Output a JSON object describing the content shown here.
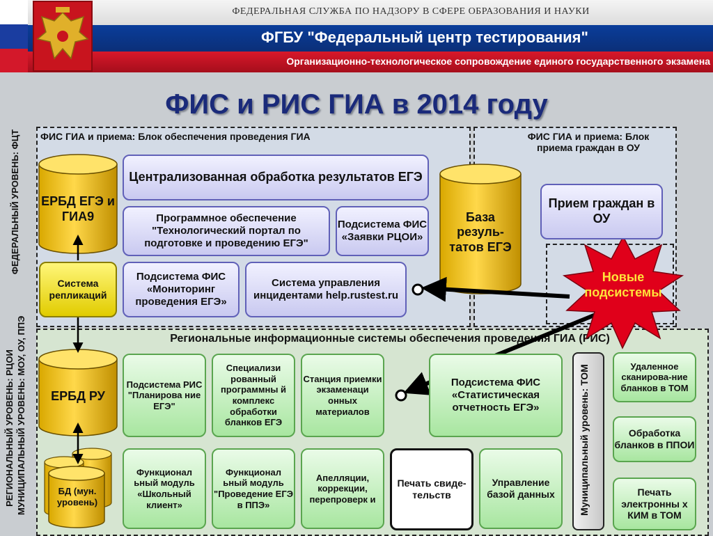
{
  "header": {
    "agency": "ФЕДЕРАЛЬНАЯ СЛУЖБА ПО НАДЗОРУ В СФЕРЕ ОБРАЗОВАНИЯ И НАУКИ",
    "org": "ФГБУ \"Федеральный центр тестирования\"",
    "subtitle": "Организационно-технологическое сопровождение единого государственного экзамена"
  },
  "title": "ФИС и РИС ГИА в 2014 году",
  "federal": {
    "side_label": "ФЕДЕРАЛЬНЫЙ УРОВЕНЬ: ФЦТ",
    "block_gia_label": "ФИС ГИА и приема: Блок обеспечения проведения ГИА",
    "block_priem_label": "ФИС ГИА и приема: Блок приема граждан в ОУ",
    "erbd": "ЕРБД ЕГЭ и ГИА9",
    "replication": "Система репликаций",
    "central": "Централизованная обработка результатов ЕГЭ",
    "portal": "Программное обеспечение \"Технологический портал по подготовке и проведению ЕГЭ\"",
    "zayavki": "Подсистема ФИС «Заявки РЦОИ»",
    "monitoring": "Подсистема ФИС «Мониторинг проведения ЕГЭ»",
    "incidents": "Система управления инцидентами help.rustest.ru",
    "results_db": "База резуль-татов ЕГЭ",
    "priem": "Прием граждан в ОУ",
    "new": "Новые подсистемы"
  },
  "regional": {
    "side_label_1": "РЕГИОНАЛЬНЫЙ УРОВЕНЬ: РЦОИ",
    "side_label_2": "МУНИЦИПАЛЬНЫЙ УРОВЕНЬ: МОУ, ОУ, ППЭ",
    "block_label": "Региональные информационные системы обеспечения проведения ГИА (РИС)",
    "erbd_ru": "ЕРБД РУ",
    "bd_mun": "БД (мун. уровень)",
    "planning": "Подсистема РИС \"Планирова ние ЕГЭ\"",
    "special": "Специализи рованный программны й комплекс обработки бланков ЕГЭ",
    "station": "Станция приемки экзаменаци онных материалов",
    "stat": "Подсистема ФИС «Статистическая отчетность ЕГЭ»",
    "school": "Функционал ьный модуль «Школьный клиент»",
    "ppe": "Функционал ьный модуль \"Проведение ЕГЭ в ППЭ»",
    "appeals": "Апелляции, коррекции, перепроверк и",
    "print_cert": "Печать свиде-тельств",
    "db_manage": "Управление базой данных",
    "municipal_label": "Муниципальный уровень: ТОМ",
    "remote_scan": "Удаленное сканирова-ние бланков в ТОМ",
    "ppoi": "Обработка бланков в ППОИ",
    "print_kim": "Печать электронны х КИМ в ТОМ"
  },
  "colors": {
    "title": "#1a2a7a",
    "header_blue": "#0b2f78",
    "header_red": "#c0121f",
    "cylinder": "#f0c000",
    "starburst": "#e0001a"
  }
}
